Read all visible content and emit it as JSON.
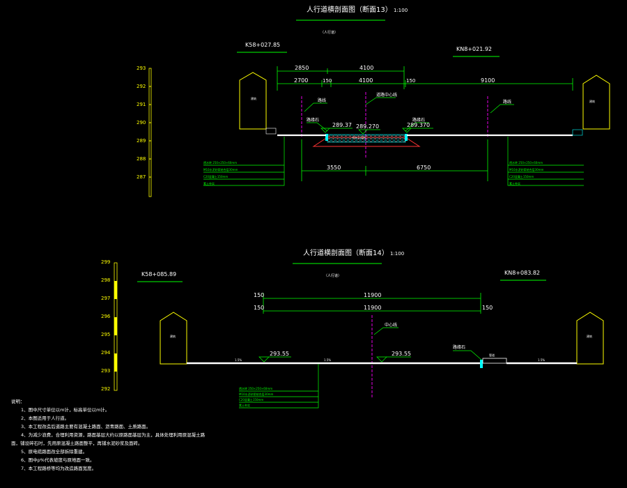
{
  "colors": {
    "background": "#000000",
    "green": "#00ff00",
    "yellow": "#ffff00",
    "white": "#ffffff",
    "magenta": "#ff00ff",
    "cyan": "#00ffff"
  },
  "section13": {
    "title": "人行道横剖面图（断面13）",
    "scale": "1:100",
    "subtitle": "（人行道）",
    "station_left": "K58+027.85",
    "station_right": "KN8+021.92",
    "dims_top_row": [
      "2850",
      "4100"
    ],
    "dims_second_row": [
      "2700",
      "150",
      "4100",
      "150",
      "9100"
    ],
    "dims_bottom_row": [
      "3550",
      "6750"
    ],
    "label_left": "路线",
    "label_center": "道路中心线",
    "label_right": "路线",
    "label_curb_left": "路缘石",
    "label_curb_right": "路缘石",
    "label_median": "中央分隔带",
    "elevations": [
      "289.37",
      "289.270",
      "289.370"
    ],
    "scale_ticks": [
      "293",
      "292",
      "291",
      "290",
      "289",
      "288",
      "287"
    ],
    "building_label_left": "建筑",
    "building_label_right": "建筑",
    "legend_left": [
      "透水砖 250×250×60mm",
      "M10水泥砂浆结合层30mm",
      "C20混凝土150mm",
      "素土夯实"
    ],
    "legend_right": [
      "透水砖 250×250×60mm",
      "M10水泥砂浆结合层30mm",
      "C20混凝土150mm",
      "素土夯实"
    ]
  },
  "section14": {
    "title": "人行道横剖面图（断面14）",
    "scale": "1:100",
    "subtitle": "（人行道）",
    "station_left": "K58+085.89",
    "station_right": "KN8+083.82",
    "dims_top_row": [
      "150",
      "11900"
    ],
    "dims_second_row": [
      "150",
      "11900",
      "150"
    ],
    "label_center": "中心线",
    "label_curb": "路缘石",
    "label_pipe": "管道",
    "elevations": [
      "293.55",
      "293.55"
    ],
    "slope_labels": [
      "1.5%",
      "1.5%",
      "1.5%"
    ],
    "scale_ticks": [
      "299",
      "298",
      "297",
      "296",
      "295",
      "294",
      "293",
      "292"
    ],
    "building_label_left": "建筑",
    "building_label_right": "建筑",
    "legend": [
      "透水砖 250×250×60mm",
      "M10水泥砂浆结合层30mm",
      "C20混凝土150mm",
      "素土夯实"
    ]
  },
  "notes": {
    "heading": "说明：",
    "items": [
      "1、图中尺寸单位以m计，标高单位以m计。",
      "2、本图适用于人行道。",
      "3、本工程改造后道路主要有混凝土路面、沥青路面、土质路面。",
      "4、为减少浪费，合理利用资源，路面基层大约以原路面基层为主，具体处理利用原混凝土路",
      "面，铺设碎石时，先用原混凝土路面整平，再铺水泥砂浆及面砖。",
      "5、原电缆路面改全部拆除重建。",
      "6、图中p%代表坡度与原地面一致。",
      "7、本工程路桥等均为改造路面宽度。"
    ]
  }
}
